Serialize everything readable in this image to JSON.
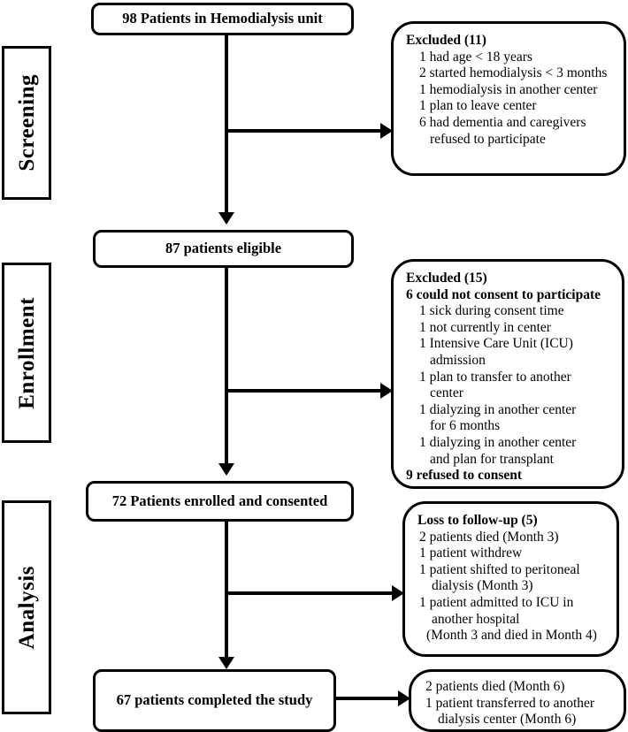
{
  "figure": {
    "type": "participant-flow-diagram",
    "title": "Hemodialysis study CONSORT-style flow diagram"
  },
  "phases": [
    {
      "id": "screening",
      "label": "Screening"
    },
    {
      "id": "enrollment",
      "label": "Enrollment"
    },
    {
      "id": "analysis",
      "label": "Analysis"
    }
  ],
  "nodes": {
    "total": {
      "label": "98 Patients in Hemodialysis unit",
      "count": 98
    },
    "eligible": {
      "label": "87 patients eligible",
      "count": 87
    },
    "enrolled": {
      "label": "72 Patients enrolled and consented",
      "count": 72
    },
    "completed": {
      "label": "67 patients completed the study",
      "count": 67
    }
  },
  "excluded_screening": {
    "heading": "Excluded (11)",
    "total": 11,
    "items": [
      {
        "text": "1 had age < 18 years"
      },
      {
        "text": "2 started hemodialysis < 3 months"
      },
      {
        "text": "1 hemodialysis in another center"
      },
      {
        "text": "1 plan to leave center"
      },
      {
        "text": "6 had dementia and caregivers",
        "cont": "refused to participate"
      }
    ]
  },
  "excluded_enrollment": {
    "heading": "Excluded (15)",
    "total": 15,
    "subheading": "6 could not consent to participate",
    "items": [
      {
        "text": "1 sick during consent time"
      },
      {
        "text": "1 not currently in center"
      },
      {
        "text": "1 Intensive Care Unit (ICU)",
        "cont": "admission"
      },
      {
        "text": "1 plan to transfer to another",
        "cont": "center"
      },
      {
        "text": "1 dialyzing in another center",
        "cont": "for 6 months"
      },
      {
        "text": "1 dialyzing in another center",
        "cont": "and plan for transplant"
      }
    ],
    "footer": "9 refused to consent"
  },
  "loss_followup": {
    "heading": "Loss to follow-up (5)",
    "total": 5,
    "items": [
      {
        "text": "2 patients died (Month 3)"
      },
      {
        "text": "1 patient withdrew"
      },
      {
        "text": "1 patient shifted to peritoneal",
        "cont": "dialysis (Month 3)"
      },
      {
        "text": "1 patient admitted to ICU in",
        "cont": "another hospital",
        "cont2": "(Month 3 and died in Month 4)"
      }
    ]
  },
  "final_losses": {
    "items": [
      {
        "text": "2 patients died (Month 6)"
      },
      {
        "text": "1 patient transferred to another",
        "cont": "dialysis center (Month 6)"
      }
    ]
  },
  "colors": {
    "stroke": "#000000",
    "background": "#ffffff"
  }
}
